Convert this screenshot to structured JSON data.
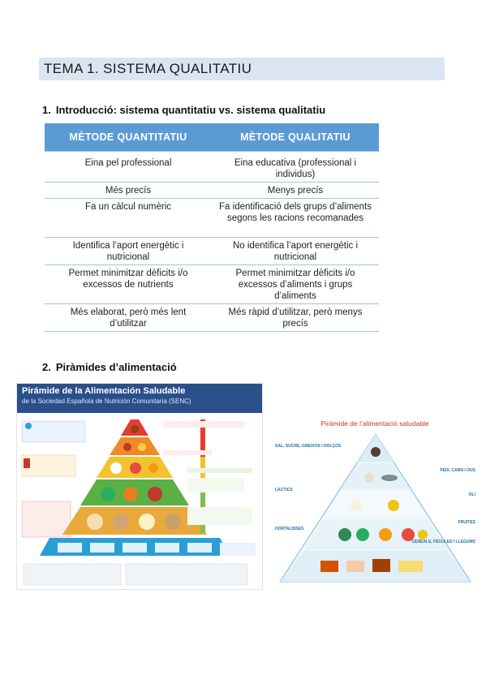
{
  "title": "TEMA 1. SISTEMA QUALITATIU",
  "section1": {
    "number": "1.",
    "heading": "Introducció: sistema quantitatiu vs. sistema qualitatiu"
  },
  "table": {
    "headers": [
      "MÈTODE QUANTITATIU",
      "MÈTODE QUALITATIU"
    ],
    "rows": [
      [
        "Eina pel professional",
        "Eina educativa (professional i individus)"
      ],
      [
        "Més precís",
        "Menys precís"
      ],
      [
        "Fa un càlcul numèric",
        "Fa identificació dels grups d’aliments segons les racions recomanades"
      ],
      [
        "Identifica l’aport energètic i nutricional",
        "No identifica l’aport energètic i nutricional"
      ],
      [
        "Permet minimitzar dèficits i/o excessos de nutrients",
        "Permet minimitzar dèficits i/o excessos d’aliments i grups d’aliments"
      ],
      [
        "Més elaborat, però més lent d’utilitzar",
        "Més ràpid d’utilitzar, però menys precís"
      ]
    ]
  },
  "section2": {
    "number": "2.",
    "heading": "Piràmides d’alimentació"
  },
  "pyramid1": {
    "title": "Pirámide de la Alimentación Saludable",
    "subtitle": "de la Sociedad Española de Nutrición Comunitaria (SENC)",
    "colors": {
      "header": "#2a4f8a",
      "level1": "#e63b2e",
      "level2": "#f08a24",
      "level3": "#f5c22f",
      "level4": "#5bb043",
      "level5": "#2a9fd6"
    }
  },
  "pyramid2": {
    "title": "Piràmide de l’alimentació saludable",
    "labels_left": [
      "SAL, SUCRE, GREIXOS I DOLÇOS",
      "LÀCTICS",
      "HORTALISSES"
    ],
    "labels_right": [
      "PEIX, CARN I OUS",
      "OLI",
      "FRUITES",
      "CEREALS, FÈCULES I LLEGUMS"
    ]
  }
}
